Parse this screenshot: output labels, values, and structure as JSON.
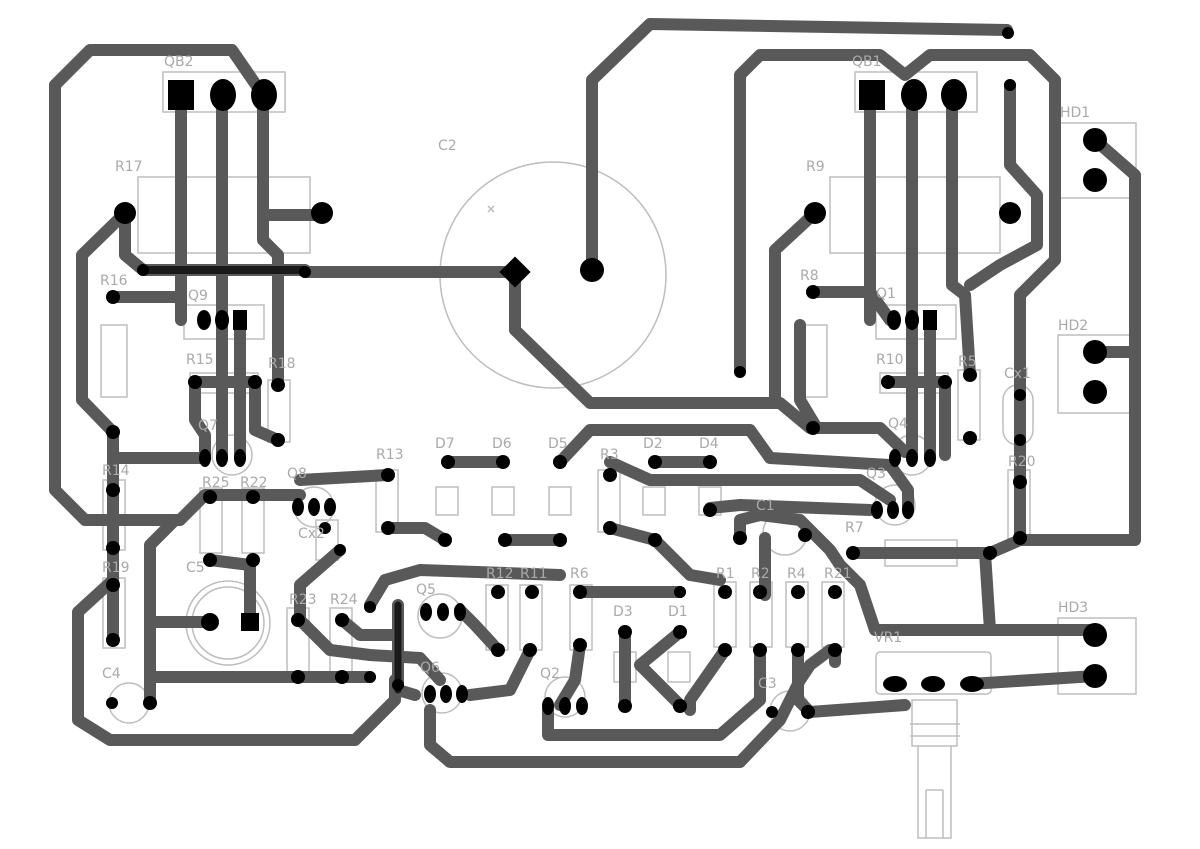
{
  "board": {
    "colors": {
      "background": "#ffffff",
      "copper": "#595959",
      "jumper": "#1a1a1a",
      "pad": "#000000",
      "silkscreen": "#bdbdbd",
      "label": "#a9a9a9"
    },
    "labels": {
      "qb2": "QB2",
      "qb1": "QB1",
      "c2": "C2",
      "hd1": "HD1",
      "hd2": "HD2",
      "hd3": "HD3",
      "r17": "R17",
      "r9": "R9",
      "r16": "R16",
      "r8": "R8",
      "q9": "Q9",
      "q1": "Q1",
      "r15": "R15",
      "r18": "R18",
      "r10": "R10",
      "r5": "R5",
      "cx1": "Cx1",
      "q7": "Q7",
      "q4": "Q4",
      "r13": "R13",
      "d7": "D7",
      "d6": "D6",
      "d5": "D5",
      "r3": "R3",
      "d2": "D2",
      "d4": "D4",
      "q3": "Q3",
      "r20": "R20",
      "r14": "R14",
      "r25": "R25",
      "r22": "R22",
      "q8": "Q8",
      "cx2": "Cx2",
      "c1": "C1",
      "r7": "R7",
      "r19": "R19",
      "c5": "C5",
      "r23": "R23",
      "r24": "R24",
      "q5": "Q5",
      "r12": "R12",
      "r11": "R11",
      "r6": "R6",
      "r1": "R1",
      "r2": "R2",
      "r4": "R4",
      "r21": "R21",
      "d3": "D3",
      "d1": "D1",
      "vr1": "VR1",
      "c4": "C4",
      "q6": "Q6",
      "q2": "Q2",
      "c3": "C3"
    }
  }
}
